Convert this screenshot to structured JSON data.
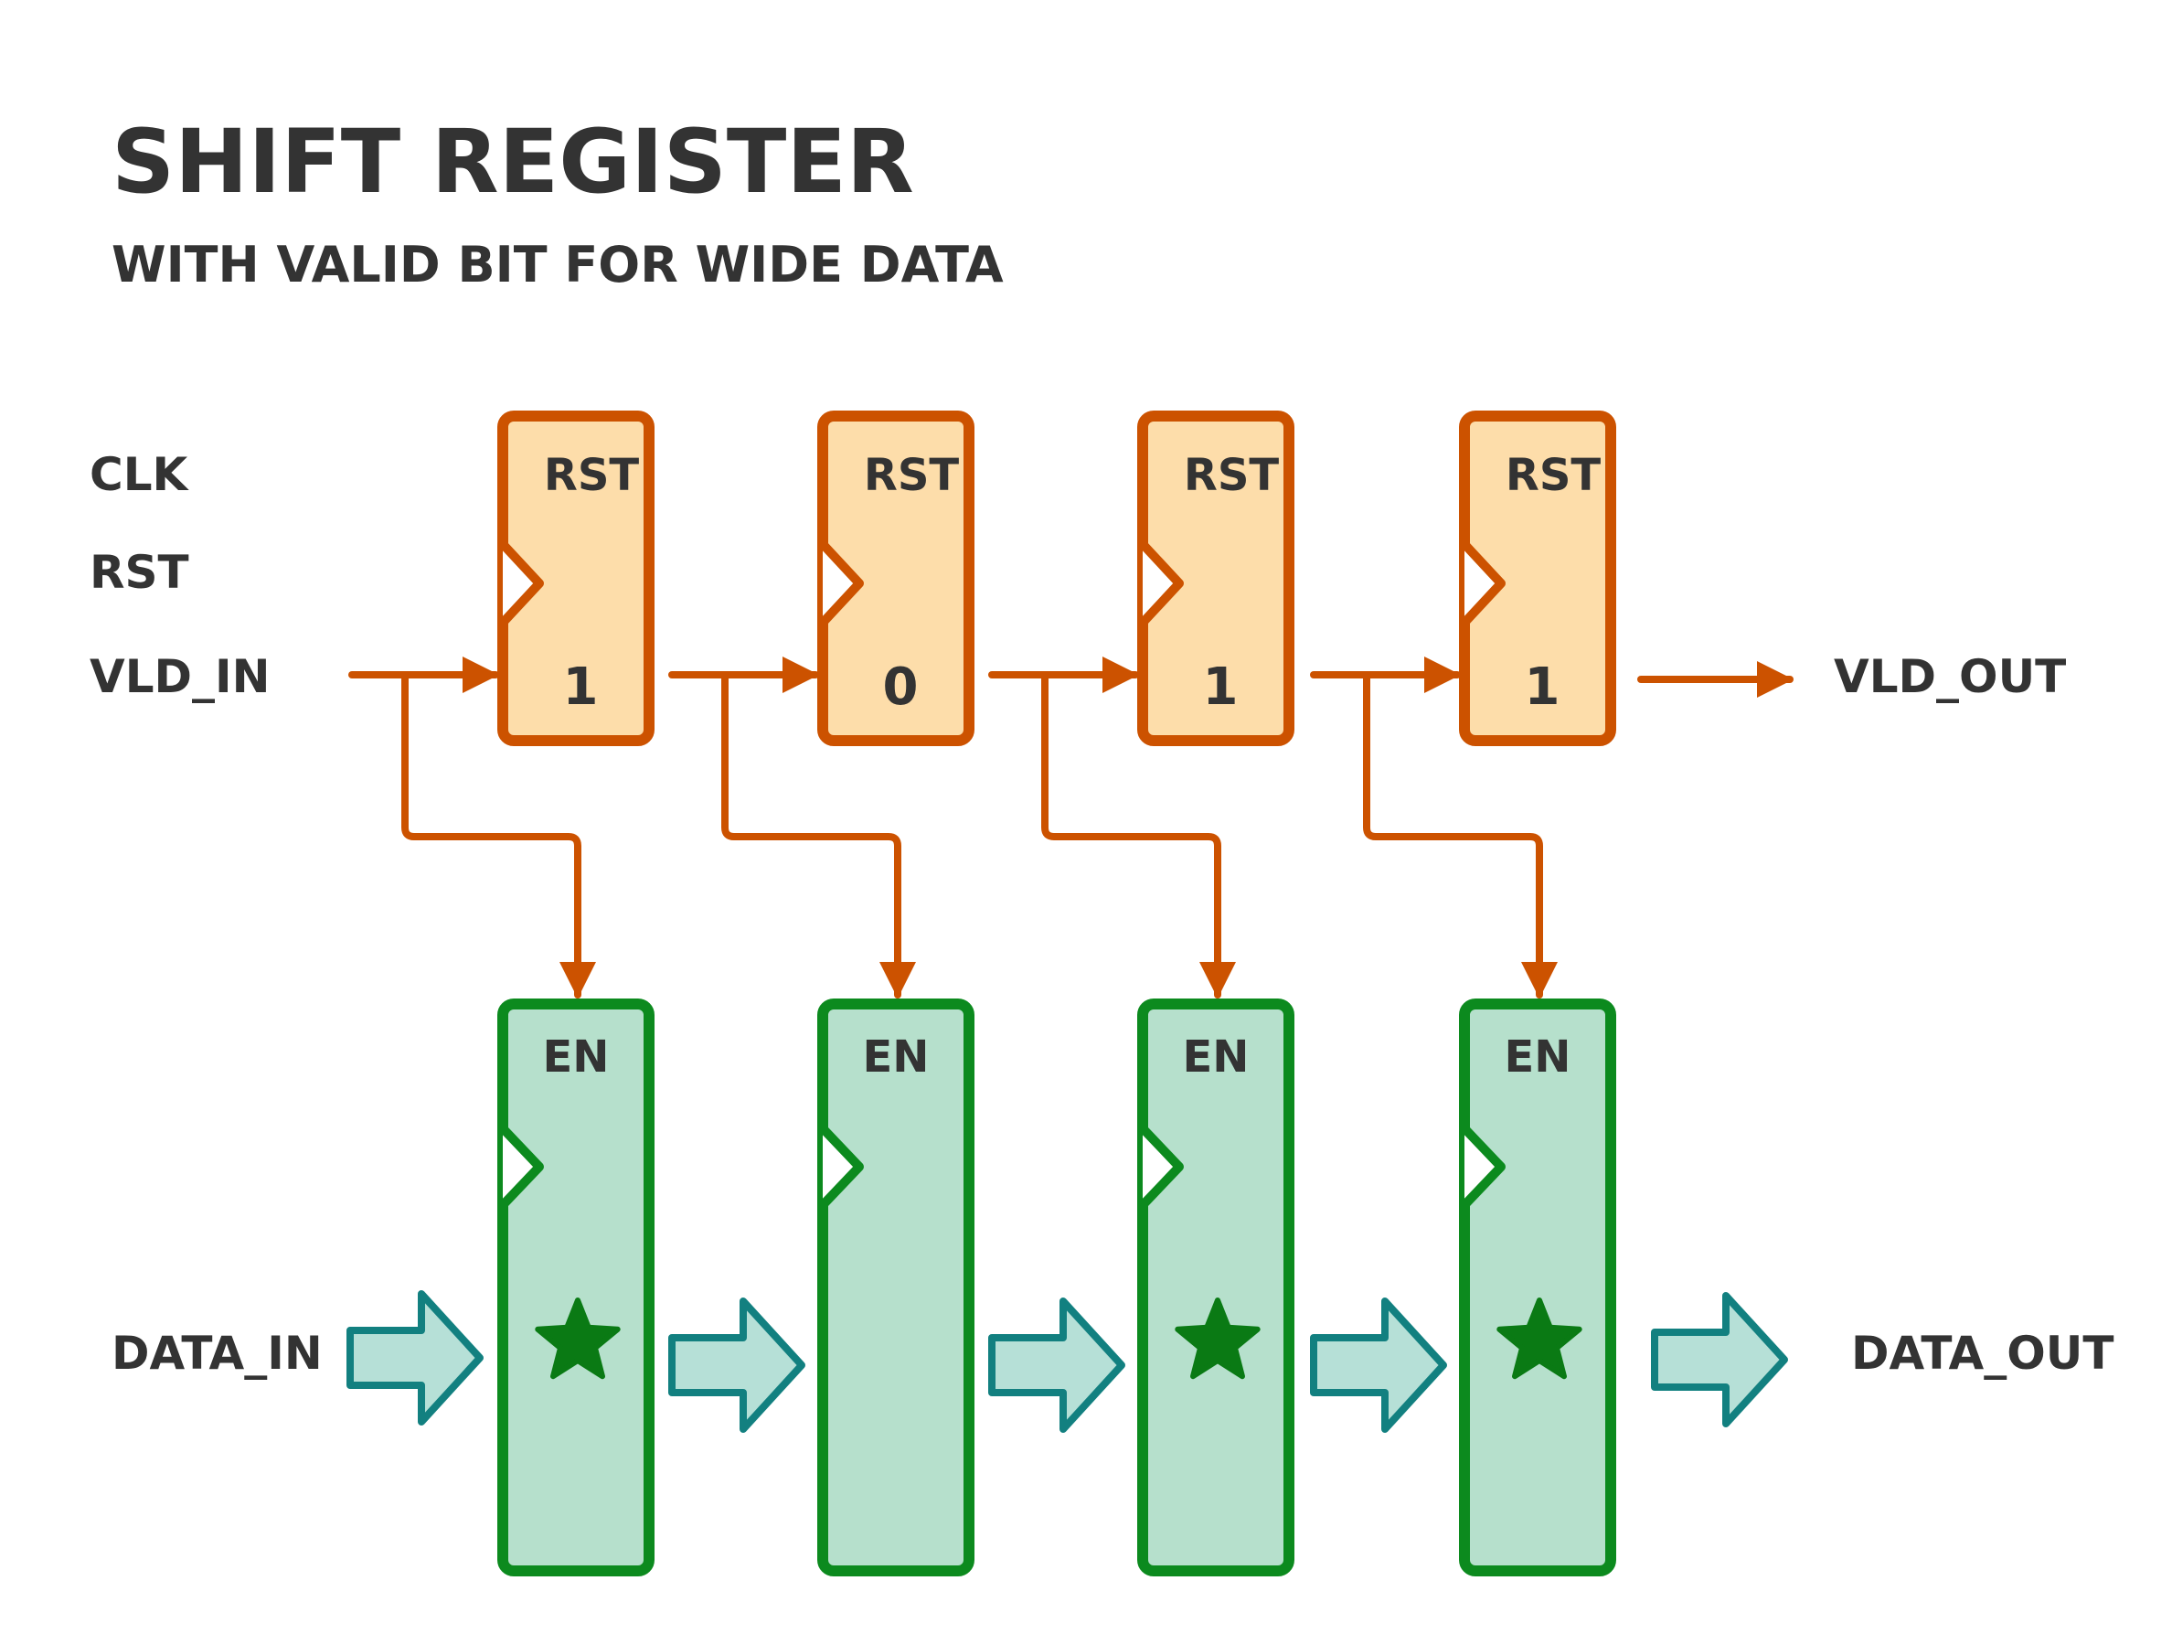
{
  "title": "SHIFT REGISTER",
  "subtitle": "WITH VALID BIT FOR WIDE DATA",
  "signals": {
    "clk": "CLK",
    "rst": "RST",
    "vld_in": "VLD_IN",
    "vld_out": "VLD_OUT",
    "data_in": "DATA_IN",
    "data_out": "DATA_OUT"
  },
  "valid_stages": [
    {
      "reset_label": "RST",
      "value": "1"
    },
    {
      "reset_label": "RST",
      "value": "0"
    },
    {
      "reset_label": "RST",
      "value": "1"
    },
    {
      "reset_label": "RST",
      "value": "1"
    }
  ],
  "data_stages": [
    {
      "enable_label": "EN",
      "has_data": true
    },
    {
      "enable_label": "EN",
      "has_data": false
    },
    {
      "enable_label": "EN",
      "has_data": true
    },
    {
      "enable_label": "EN",
      "has_data": true
    }
  ],
  "colors": {
    "valid_fill": "#fdddaa",
    "valid_stroke": "#cc5200",
    "data_fill": "#b6e0cc",
    "data_stroke": "#0c8a1e",
    "star": "#0a7a14",
    "arrow_fill": "#b6e0d7",
    "arrow_stroke": "#128080",
    "wire": "#cc5200",
    "text": "#333333"
  }
}
